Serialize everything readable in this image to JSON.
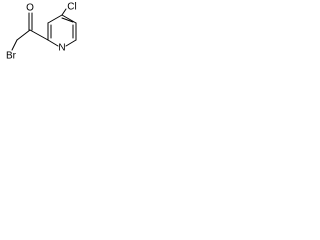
{
  "structure": {
    "atoms": {
      "chlorine": "Cl",
      "nitrogen": "N",
      "oxygen": "O",
      "bromine": "Br"
    },
    "colors": {
      "bond": "#000000",
      "label": "#000000",
      "background": "#ffffff"
    }
  }
}
